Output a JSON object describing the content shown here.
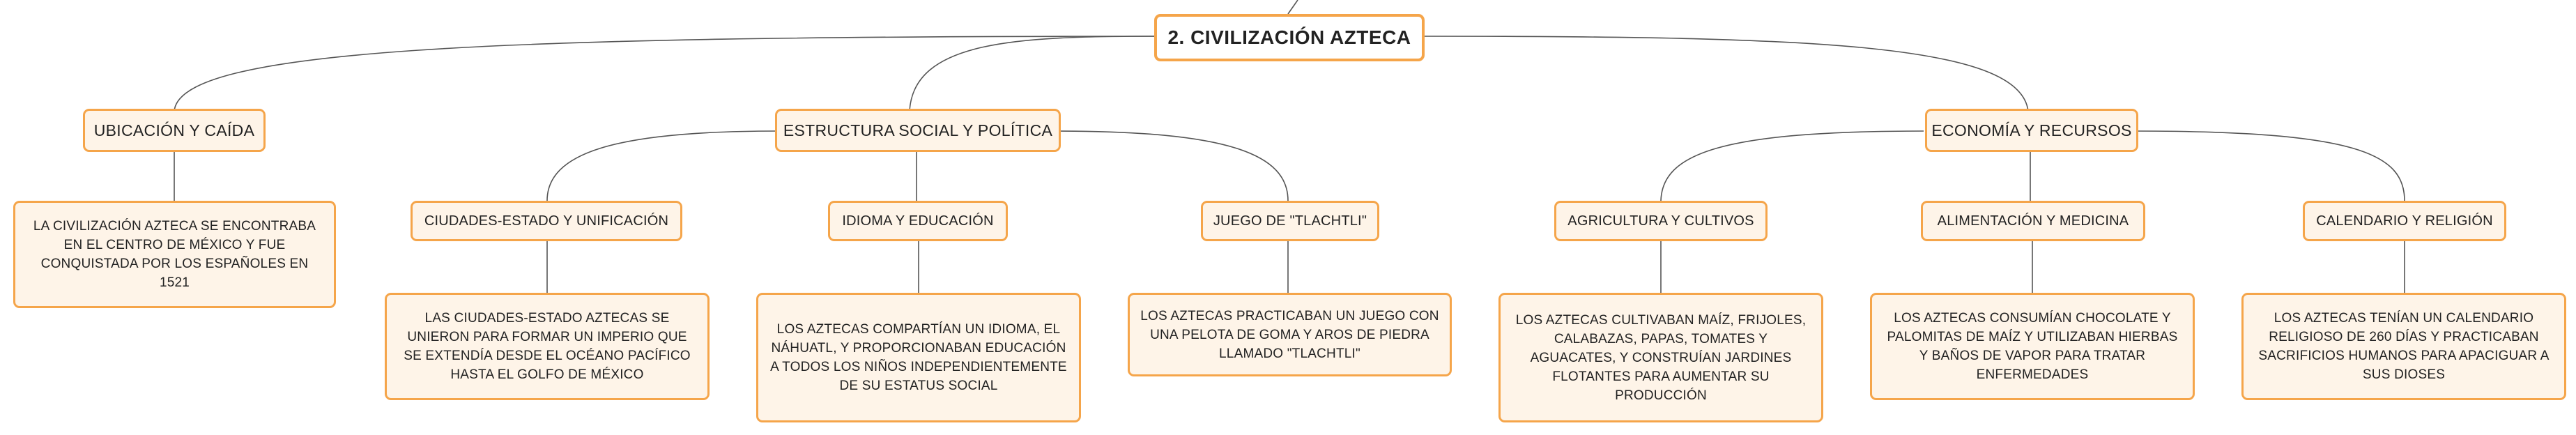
{
  "root": {
    "label": "2. CIVILIZACIÓN AZTECA"
  },
  "branches": {
    "ubicacion": {
      "label": "UBICACIÓN Y CAÍDA",
      "leaf": "LA CIVILIZACIÓN AZTECA SE ENCONTRABA EN EL CENTRO DE MÉXICO Y FUE CONQUISTADA POR LOS ESPAÑOLES EN 1521"
    },
    "estructura": {
      "label": "ESTRUCTURA SOCIAL Y POLÍTICA",
      "children": {
        "ciudades": {
          "label": "CIUDADES-ESTADO Y UNIFICACIÓN",
          "leaf": "LAS CIUDADES-ESTADO AZTECAS SE UNIERON PARA FORMAR UN IMPERIO QUE SE EXTENDÍA DESDE EL OCÉANO PACÍFICO HASTA EL GOLFO DE MÉXICO"
        },
        "idioma": {
          "label": "IDIOMA Y EDUCACIÓN",
          "leaf": "LOS AZTECAS COMPARTÍAN UN IDIOMA, EL NÁHUATL, Y PROPORCIONABAN EDUCACIÓN A TODOS LOS NIÑOS INDEPENDIENTEMENTE DE SU ESTATUS SOCIAL"
        },
        "juego": {
          "label": "JUEGO DE \"TLACHTLI\"",
          "leaf": "LOS AZTECAS PRACTICABAN UN JUEGO CON UNA PELOTA DE GOMA Y AROS DE PIEDRA LLAMADO \"TLACHTLI\""
        }
      }
    },
    "economia": {
      "label": "ECONOMÍA Y RECURSOS",
      "children": {
        "agricultura": {
          "label": "AGRICULTURA Y CULTIVOS",
          "leaf": "LOS AZTECAS CULTIVABAN MAÍZ, FRIJOLES, CALABAZAS, PAPAS, TOMATES Y AGUACATES, Y CONSTRUÍAN JARDINES FLOTANTES PARA AUMENTAR SU PRODUCCIÓN"
        },
        "alimentacion": {
          "label": "ALIMENTACIÓN Y MEDICINA",
          "leaf": "LOS AZTECAS CONSUMÍAN CHOCOLATE Y PALOMITAS DE MAÍZ Y UTILIZABAN HIERBAS Y BAÑOS DE VAPOR PARA TRATAR ENFERMEDADES"
        },
        "calendario": {
          "label": "CALENDARIO Y RELIGIÓN",
          "leaf": "LOS AZTECAS TENÍAN UN CALENDARIO RELIGIOSO DE 260 DÍAS Y PRACTICABAN SACRIFICIOS HUMANOS PARA APACIGUAR A SUS DIOSES"
        }
      }
    }
  },
  "colors": {
    "border": "#f5a54a",
    "fill": "#fef4e8",
    "line": "#555555"
  }
}
